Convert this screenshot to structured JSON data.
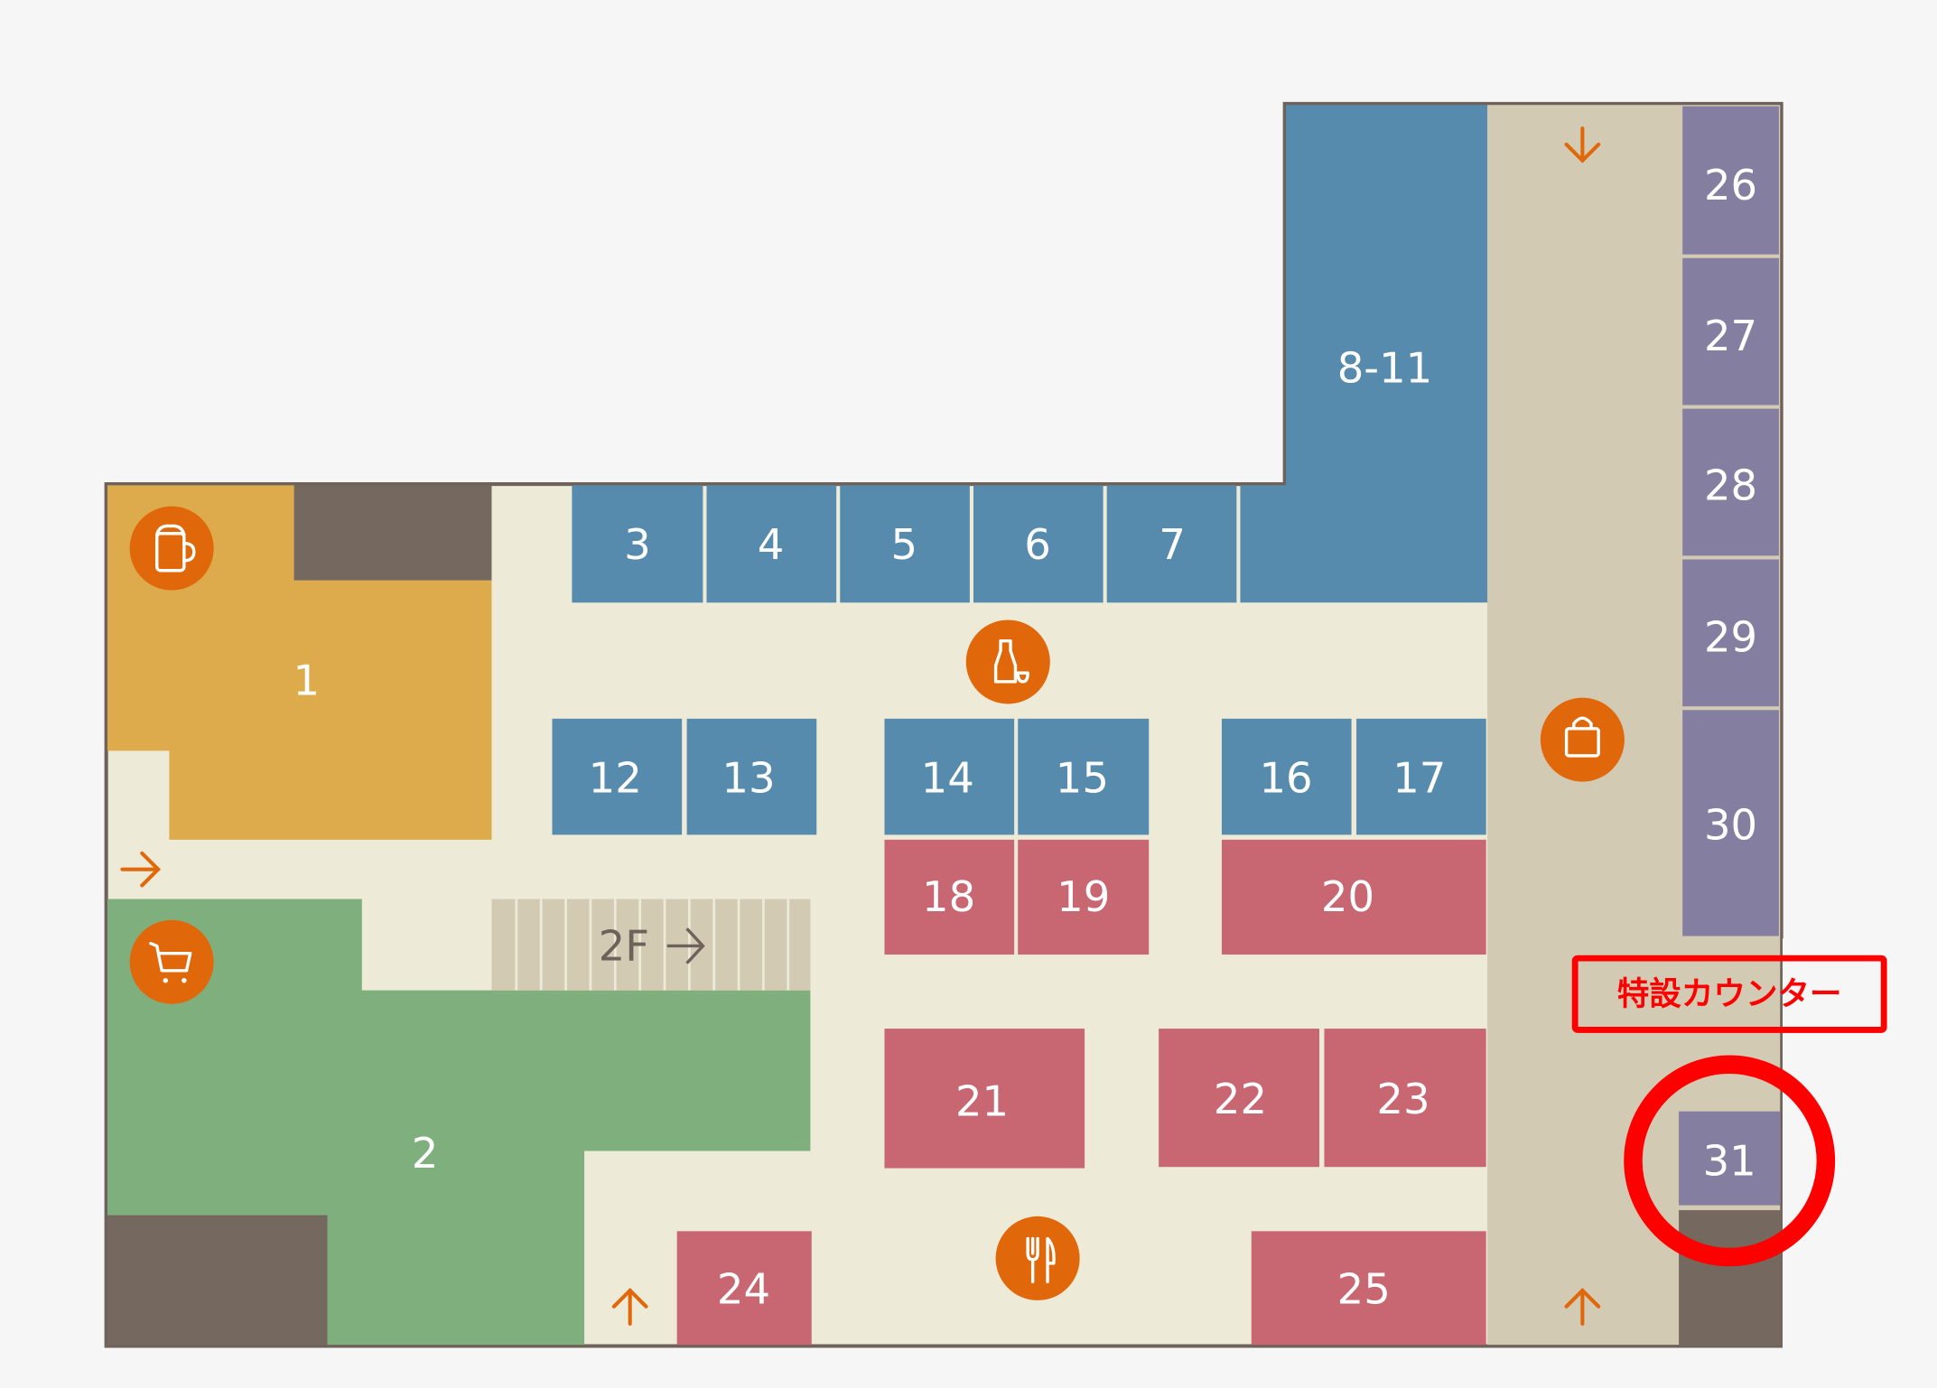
{
  "colors": {
    "background": "#f6f6f6",
    "floor": "#edead8",
    "corridor": "#d3cab4",
    "outline": "#6e625a",
    "blocked": "#75685e",
    "food_orange": "#ddab4b",
    "market_green": "#80af7e",
    "blue_booth": "#578bad",
    "pink_booth": "#c86772",
    "purple_booth": "#847ea0",
    "icon_orange": "#e0680a",
    "highlight_red": "#ff0000"
  },
  "booths": {
    "b1": "1",
    "b2": "2",
    "b3": "3",
    "b4": "4",
    "b5": "5",
    "b6": "6",
    "b7": "7",
    "b8_11": "8-11",
    "b12": "12",
    "b13": "13",
    "b14": "14",
    "b15": "15",
    "b16": "16",
    "b17": "17",
    "b18": "18",
    "b19": "19",
    "b20": "20",
    "b21": "21",
    "b22": "22",
    "b23": "23",
    "b24": "24",
    "b25": "25",
    "b26": "26",
    "b27": "27",
    "b28": "28",
    "b29": "29",
    "b30": "30",
    "b31": "31"
  },
  "stairs": {
    "label": "2F"
  },
  "icons": [
    "beer-mug-icon",
    "shopping-cart-icon",
    "sake-bottle-icon",
    "shopping-bag-icon",
    "fork-knife-icon"
  ],
  "annotation": {
    "label": "特設カウンター",
    "target_booth": "31"
  }
}
